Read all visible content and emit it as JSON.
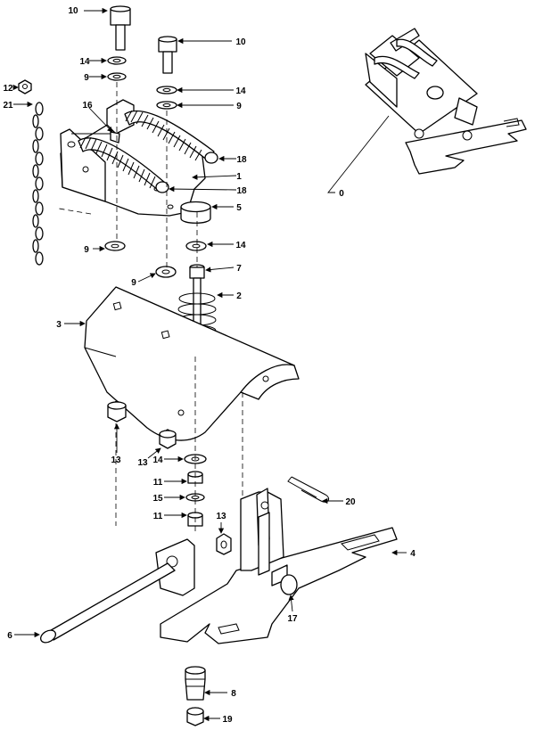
{
  "diagram": {
    "callouts": [
      "10",
      "10",
      "14",
      "9",
      "14",
      "9",
      "12",
      "21",
      "16",
      "18",
      "1",
      "18",
      "5",
      "9",
      "14",
      "9",
      "7",
      "2",
      "3",
      "13",
      "13",
      "14",
      "11",
      "15",
      "11",
      "13",
      "20",
      "4",
      "17",
      "6",
      "8",
      "19",
      "0"
    ]
  }
}
